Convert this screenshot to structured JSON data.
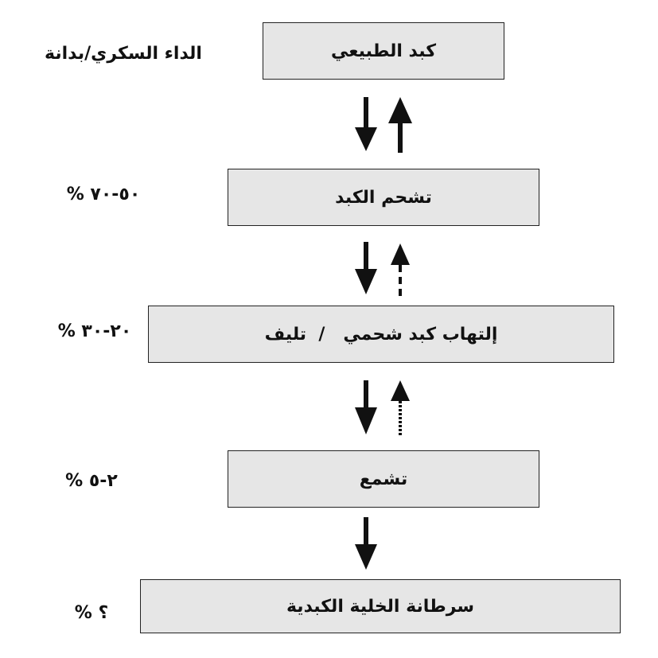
{
  "stages": [
    {
      "id": "normal",
      "label": "كبد الطبيعي",
      "rate": "الداء السكري/بدانة"
    },
    {
      "id": "steatosis",
      "label": "تشحم الكبد",
      "rate": "٥٠-٧٠ %"
    },
    {
      "id": "nash",
      "label": "إلتهاب كبد شحمي   /  تليف",
      "rate": "٢٠-٣٠ %"
    },
    {
      "id": "cirrhosis",
      "label": "تشمع",
      "rate": "٢-٥ %"
    },
    {
      "id": "hcc",
      "label": "سرطانة الخلية الكبدية",
      "rate": "؟ %"
    }
  ],
  "transitions": [
    {
      "from": "normal",
      "to": "steatosis",
      "forward": "solid",
      "reverse": "solid"
    },
    {
      "from": "steatosis",
      "to": "nash",
      "forward": "solid",
      "reverse": "dashed"
    },
    {
      "from": "nash",
      "to": "cirrhosis",
      "forward": "solid",
      "reverse": "dotted"
    },
    {
      "from": "cirrhosis",
      "to": "hcc",
      "forward": "solid",
      "reverse": "none"
    }
  ],
  "colors": {
    "box_fill": "#e6e6e6",
    "box_border": "#222222",
    "arrow": "#111111",
    "text": "#111111"
  }
}
